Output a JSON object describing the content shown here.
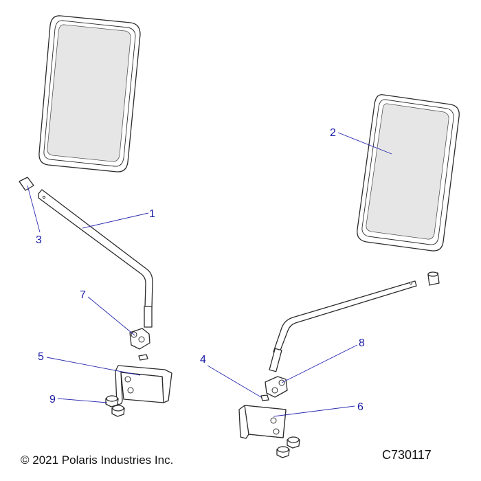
{
  "callouts": [
    {
      "id": "1",
      "label": "1",
      "part": "left mirror arm"
    },
    {
      "id": "2",
      "label": "2",
      "part": "right mirror"
    },
    {
      "id": "3",
      "label": "3",
      "part": "left arm end cap"
    },
    {
      "id": "4",
      "label": "4",
      "part": "right insert"
    },
    {
      "id": "5",
      "label": "5",
      "part": "left bracket"
    },
    {
      "id": "6",
      "label": "6",
      "part": "right bracket"
    },
    {
      "id": "7",
      "label": "7",
      "part": "left clamp"
    },
    {
      "id": "8",
      "label": "8",
      "part": "right clamp"
    },
    {
      "id": "9",
      "label": "9",
      "part": "bolts"
    }
  ],
  "footer": {
    "copyright": "© 2021 Polaris Industries Inc.",
    "drawing_id": "C730117"
  },
  "colors": {
    "callout_text": "#1a1aa6",
    "leader_line": "#2a2ab0",
    "part_outline": "#2b2b2b",
    "mirror_glass": "#e6e6e6"
  }
}
